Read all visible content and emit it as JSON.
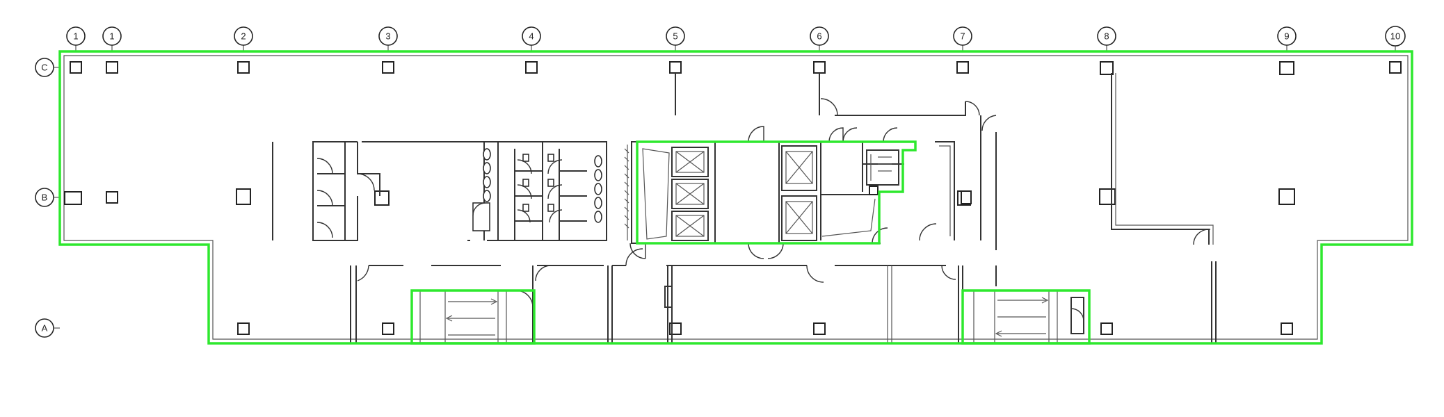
{
  "plan": {
    "column_grid": [
      "1",
      "1",
      "2",
      "3",
      "4",
      "5",
      "6",
      "7",
      "8",
      "9",
      "10"
    ],
    "row_grid": [
      "C",
      "B",
      "A"
    ]
  },
  "colors": {
    "highlight": "#2ee82e",
    "linework": "#222222",
    "background": "#ffffff"
  },
  "icons": {
    "elevator": "elevator-car-icon",
    "stair": "stair-flight-icon",
    "toilet": "toilet-icon",
    "sink": "sink-icon",
    "column": "structural-column-icon"
  }
}
